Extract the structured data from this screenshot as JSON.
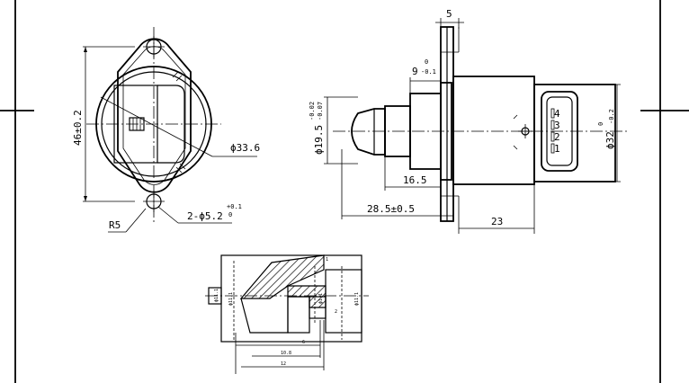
{
  "dimensions": {
    "width_5": "5",
    "width_9": "9",
    "width_9_tol_up": "0",
    "width_9_tol_low": "-0.1",
    "diameter_19_5": "ϕ19.5",
    "diameter_19_5_tol_up": "-0.02",
    "diameter_19_5_tol_low": "-0.07",
    "length_16_5": "16.5",
    "length_28_5": "28.5±0.5",
    "length_23": "23",
    "diameter_32": "ϕ32",
    "diameter_32_tol_up": "0",
    "diameter_32_tol_low": "-0.2",
    "height_46": "46±0.2",
    "diameter_33_6": "ϕ33.6",
    "radius_r5": "R5",
    "holes": "2-ϕ5.2",
    "holes_tol_up": "+0.1",
    "holes_tol_low": "0"
  },
  "connector_pins": [
    "4",
    "3",
    "2",
    "1"
  ],
  "section_view": {
    "labels": [
      "ϕ11.1",
      "ϕ11.1",
      "ϕ1.1",
      "ϕ11.1",
      "6",
      "10.8",
      "12",
      "2",
      "1"
    ]
  }
}
